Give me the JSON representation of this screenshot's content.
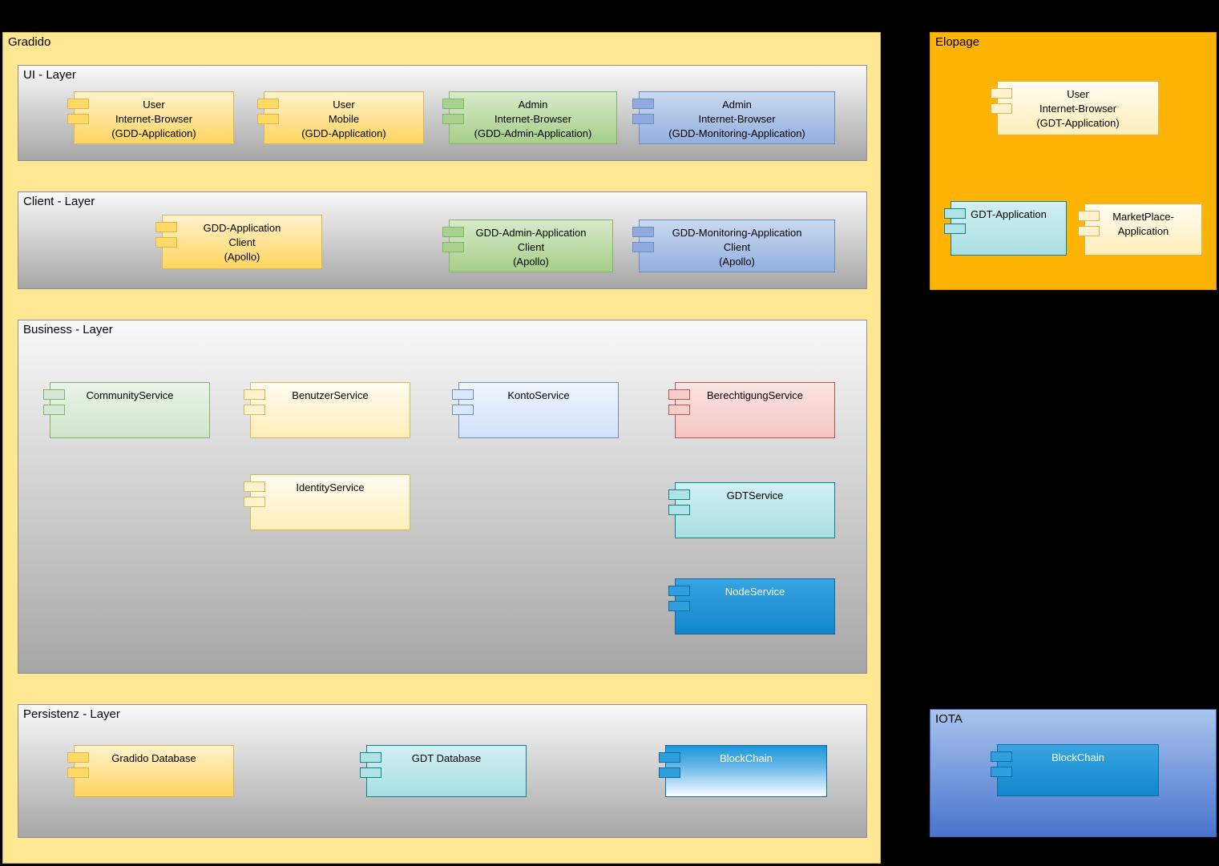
{
  "palette": {
    "background": "#000000",
    "gradido_fill": "#ffe794",
    "gradido_border": "#d6b656",
    "elopage_fill": "#ffb405",
    "iota_fill_top": "#a9c4ee",
    "iota_fill_bottom": "#4874cc",
    "layer_fill_top": "#f9f9f9",
    "layer_fill_bottom": "#a6a6a6",
    "yellow": "#ffd966",
    "cream": "#fff2cc",
    "green": "#a9d18e",
    "light_green": "#d5e8d4",
    "blue": "#8faadc",
    "light_blue": "#dae8fc",
    "pink": "#f8cecc",
    "teal": "#b0e3e6",
    "bright_blue": "#1287cd",
    "white_text": "#ffffff"
  },
  "gradido": {
    "title": "Gradido",
    "ui_layer": {
      "title": "UI - Layer",
      "components": [
        {
          "label": "User\nInternet-Browser\n(GDD-Application)",
          "color": "#ffd966"
        },
        {
          "label": "User\nMobile\n(GDD-Application)",
          "color": "#ffd966"
        },
        {
          "label": "Admin\nInternet-Browser\n(GDD-Admin-Application)",
          "color": "#a9d18e"
        },
        {
          "label": "Admin\nInternet-Browser\n(GDD-Monitoring-Application)",
          "color": "#8faadc"
        }
      ]
    },
    "client_layer": {
      "title": "Client - Layer",
      "components": [
        {
          "label": "GDD-Application\nClient\n(Apollo)",
          "color": "#ffd966"
        },
        {
          "label": "GDD-Admin-Application\nClient\n(Apollo)",
          "color": "#a9d18e"
        },
        {
          "label": "GDD-Monitoring-Application\nClient\n(Apollo)",
          "color": "#8faadc"
        }
      ]
    },
    "business_layer": {
      "title": "Business - Layer",
      "components": [
        {
          "label": "CommunityService",
          "color": "#d5e8d4"
        },
        {
          "label": "BenutzerService",
          "color": "#fff2cc"
        },
        {
          "label": "KontoService",
          "color": "#dae8fc"
        },
        {
          "label": "BerechtigungService",
          "color": "#f8cecc"
        },
        {
          "label": "IdentityService",
          "color": "#fff2cc"
        },
        {
          "label": "GDTService",
          "color": "#b0e3e6"
        },
        {
          "label": "NodeService",
          "color": "#1287cd"
        }
      ]
    },
    "persistenz_layer": {
      "title": "Persistenz - Layer",
      "components": [
        {
          "label": "Gradido Database",
          "color": "#ffd966"
        },
        {
          "label": "GDT Database",
          "color": "#b0e3e6"
        },
        {
          "label": "BlockChain",
          "color": "#1287cd"
        }
      ]
    }
  },
  "elopage": {
    "title": "Elopage",
    "components": [
      {
        "label": "User\nInternet-Browser\n(GDT-Application)",
        "color": "#fff2cc"
      },
      {
        "label": "GDT-Application",
        "color": "#b0e3e6"
      },
      {
        "label": "MarketPlace-\nApplication",
        "color": "#fff2cc"
      }
    ]
  },
  "iota": {
    "title": "IOTA",
    "components": [
      {
        "label": "BlockChain",
        "color": "#1287cd"
      }
    ]
  }
}
